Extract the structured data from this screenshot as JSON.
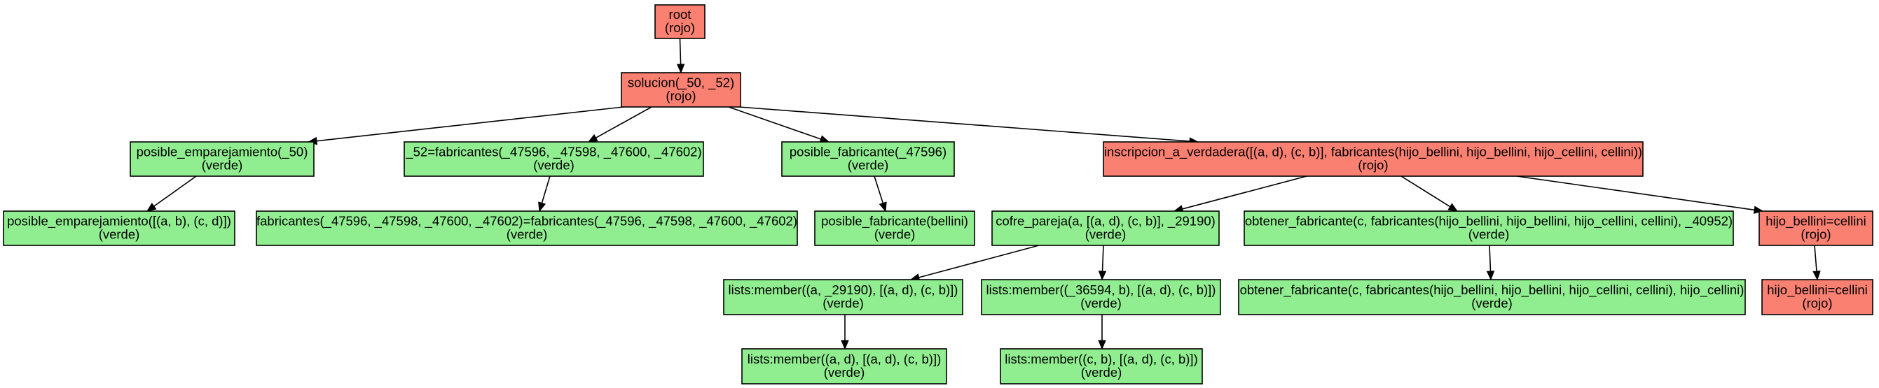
{
  "colors": {
    "rojo": "#fa8072",
    "verde": "#90ee90"
  },
  "nodes": [
    {
      "id": "root",
      "label": "root",
      "status": "(rojo)",
      "color": "rojo"
    },
    {
      "id": "solucion",
      "label": "solucion(_50, _52)",
      "status": "(rojo)",
      "color": "rojo"
    },
    {
      "id": "pe50",
      "label": "posible_emparejamiento(_50)",
      "status": "(verde)",
      "color": "verde"
    },
    {
      "id": "fab52",
      "label": "_52=fabricantes(_47596, _47598, _47600, _47602)",
      "status": "(verde)",
      "color": "verde"
    },
    {
      "id": "pf",
      "label": "posible_fabricante(_47596)",
      "status": "(verde)",
      "color": "verde"
    },
    {
      "id": "insc",
      "label": "inscripcion_a_verdadera([(a, d), (c, b)], fabricantes(hijo_bellini, hijo_bellini, hijo_cellini, cellini))",
      "status": "(rojo)",
      "color": "rojo"
    },
    {
      "id": "pe_list",
      "label": "posible_emparejamiento([(a, b), (c, d)])",
      "status": "(verde)",
      "color": "verde"
    },
    {
      "id": "fab_eq",
      "label": "fabricantes(_47596, _47598, _47600, _47602)=fabricantes(_47596, _47598, _47600, _47602)",
      "status": "(verde)",
      "color": "verde"
    },
    {
      "id": "pf_bellini",
      "label": "posible_fabricante(bellini)",
      "status": "(verde)",
      "color": "verde"
    },
    {
      "id": "cofre",
      "label": "cofre_pareja(a, [(a, d), (c, b)], _29190)",
      "status": "(verde)",
      "color": "verde"
    },
    {
      "id": "obt1",
      "label": "obtener_fabricante(c, fabricantes(hijo_bellini, hijo_bellini, hijo_cellini, cellini), _40952)",
      "status": "(verde)",
      "color": "verde"
    },
    {
      "id": "hb1",
      "label": "hijo_bellini=cellini",
      "status": "(rojo)",
      "color": "rojo"
    },
    {
      "id": "mem1",
      "label": "lists:member((a, _29190), [(a, d), (c, b)])",
      "status": "(verde)",
      "color": "verde"
    },
    {
      "id": "mem2",
      "label": "lists:member((_36594, b), [(a, d), (c, b)])",
      "status": "(verde)",
      "color": "verde"
    },
    {
      "id": "obt2",
      "label": "obtener_fabricante(c, fabricantes(hijo_bellini, hijo_bellini, hijo_cellini, cellini), hijo_cellini)",
      "status": "(verde)",
      "color": "verde"
    },
    {
      "id": "hb2",
      "label": "hijo_bellini=cellini",
      "status": "(rojo)",
      "color": "rojo"
    },
    {
      "id": "mem1b",
      "label": "lists:member((a, d), [(a, d), (c, b)])",
      "status": "(verde)",
      "color": "verde"
    },
    {
      "id": "mem2b",
      "label": "lists:member((c, b), [(a, d), (c, b)])",
      "status": "(verde)",
      "color": "verde"
    }
  ],
  "edges": [
    [
      "root",
      "solucion"
    ],
    [
      "solucion",
      "pe50"
    ],
    [
      "solucion",
      "fab52"
    ],
    [
      "solucion",
      "pf"
    ],
    [
      "solucion",
      "insc"
    ],
    [
      "pe50",
      "pe_list"
    ],
    [
      "fab52",
      "fab_eq"
    ],
    [
      "pf",
      "pf_bellini"
    ],
    [
      "insc",
      "cofre"
    ],
    [
      "insc",
      "obt1"
    ],
    [
      "insc",
      "hb1"
    ],
    [
      "cofre",
      "mem1"
    ],
    [
      "cofre",
      "mem2"
    ],
    [
      "obt1",
      "obt2"
    ],
    [
      "hb1",
      "hb2"
    ],
    [
      "mem1",
      "mem1b"
    ],
    [
      "mem2",
      "mem2b"
    ]
  ]
}
